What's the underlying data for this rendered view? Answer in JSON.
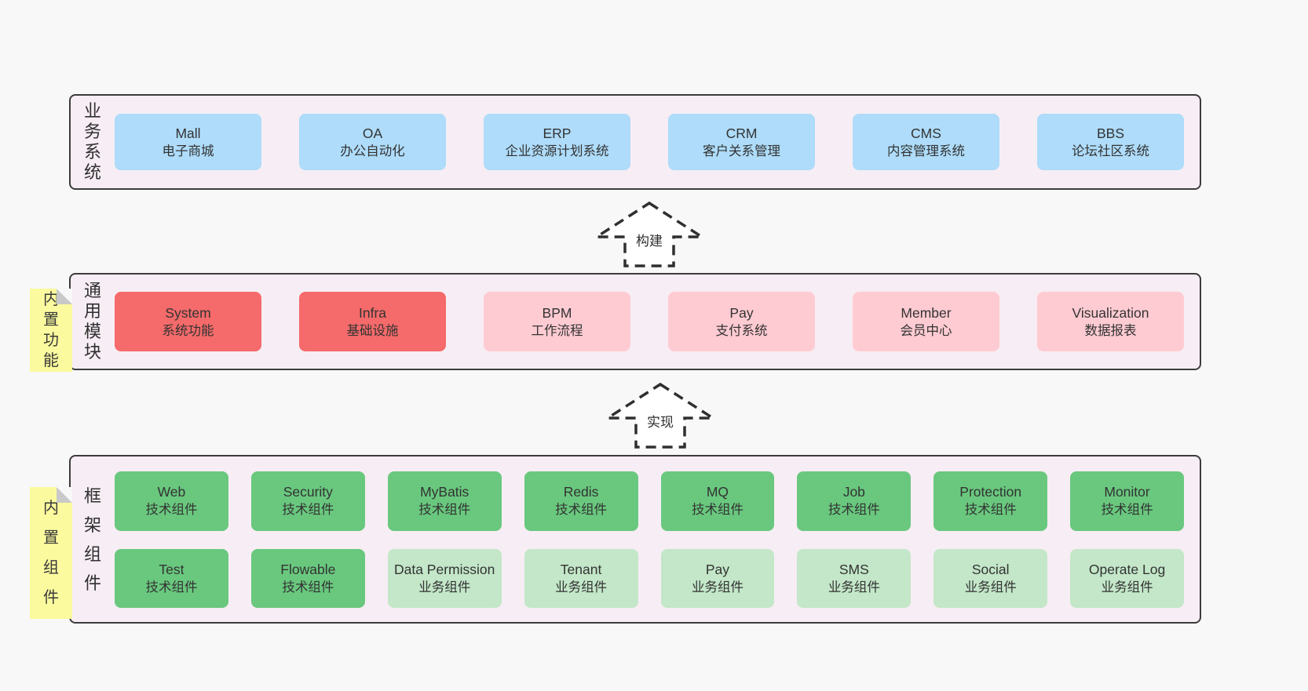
{
  "colors": {
    "page-bg": "#f8f8f8",
    "layer-bg": "#f7edf4",
    "layer-border": "#3c3c3c",
    "blue": "#aedcfa",
    "red": "#f56a6a",
    "pink": "#ffcbd2",
    "green-dark": "#69c87e",
    "green-light": "#c3e7c8",
    "tag-bg": "#fbfa9e",
    "fold": "#c9c9c9",
    "text": "#3a3a3a"
  },
  "arrows": [
    {
      "label": "构建"
    },
    {
      "label": "实现"
    }
  ],
  "layers": [
    {
      "id": "business-systems",
      "label": "业务系统",
      "tag": null,
      "boxes": [
        {
          "title": "Mall",
          "subtitle": "电子商城",
          "color": "blue"
        },
        {
          "title": "OA",
          "subtitle": "办公自动化",
          "color": "blue"
        },
        {
          "title": "ERP",
          "subtitle": "企业资源计划系统",
          "color": "blue"
        },
        {
          "title": "CRM",
          "subtitle": "客户关系管理",
          "color": "blue"
        },
        {
          "title": "CMS",
          "subtitle": "内容管理系统",
          "color": "blue"
        },
        {
          "title": "BBS",
          "subtitle": "论坛社区系统",
          "color": "blue"
        }
      ]
    },
    {
      "id": "common-modules",
      "label": "通用模块",
      "tag": "内置功能",
      "boxes": [
        {
          "title": "System",
          "subtitle": "系统功能",
          "color": "red"
        },
        {
          "title": "Infra",
          "subtitle": "基础设施",
          "color": "red"
        },
        {
          "title": "BPM",
          "subtitle": "工作流程",
          "color": "pink"
        },
        {
          "title": "Pay",
          "subtitle": "支付系统",
          "color": "pink"
        },
        {
          "title": "Member",
          "subtitle": "会员中心",
          "color": "pink"
        },
        {
          "title": "Visualization",
          "subtitle": "数据报表",
          "color": "pink"
        }
      ]
    },
    {
      "id": "framework-components",
      "label": "框架组件",
      "tag": "内置组件",
      "boxes": [
        {
          "title": "Web",
          "subtitle": "技术组件",
          "color": "green-dark"
        },
        {
          "title": "Security",
          "subtitle": "技术组件",
          "color": "green-dark"
        },
        {
          "title": "MyBatis",
          "subtitle": "技术组件",
          "color": "green-dark"
        },
        {
          "title": "Redis",
          "subtitle": "技术组件",
          "color": "green-dark"
        },
        {
          "title": "MQ",
          "subtitle": "技术组件",
          "color": "green-dark"
        },
        {
          "title": "Job",
          "subtitle": "技术组件",
          "color": "green-dark"
        },
        {
          "title": "Protection",
          "subtitle": "技术组件",
          "color": "green-dark"
        },
        {
          "title": "Monitor",
          "subtitle": "技术组件",
          "color": "green-dark"
        },
        {
          "title": "Test",
          "subtitle": "技术组件",
          "color": "green-dark"
        },
        {
          "title": "Flowable",
          "subtitle": "技术组件",
          "color": "green-dark"
        },
        {
          "title": "Data Permission",
          "subtitle": "业务组件",
          "color": "green-light"
        },
        {
          "title": "Tenant",
          "subtitle": "业务组件",
          "color": "green-light"
        },
        {
          "title": "Pay",
          "subtitle": "业务组件",
          "color": "green-light"
        },
        {
          "title": "SMS",
          "subtitle": "业务组件",
          "color": "green-light"
        },
        {
          "title": "Social",
          "subtitle": "业务组件",
          "color": "green-light"
        },
        {
          "title": "Operate Log",
          "subtitle": "业务组件",
          "color": "green-light"
        }
      ]
    }
  ]
}
